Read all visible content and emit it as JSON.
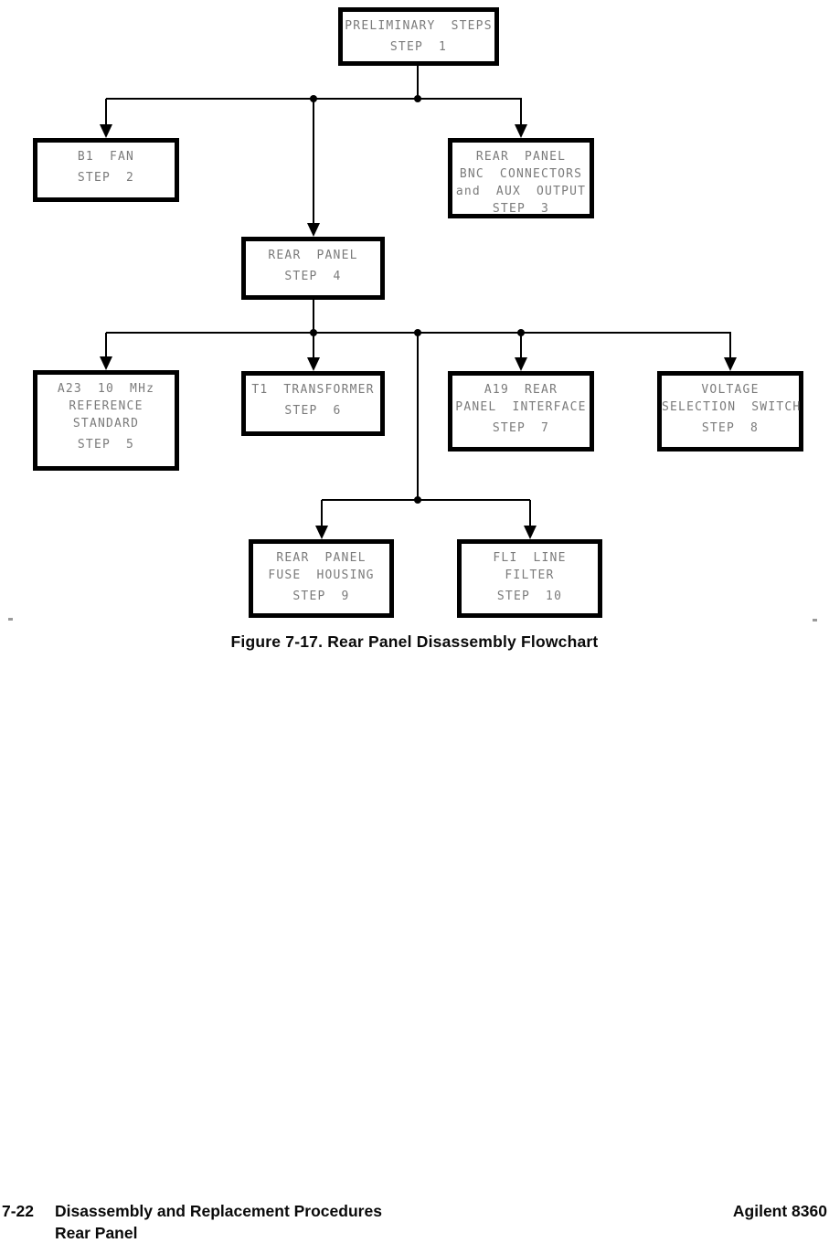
{
  "figure": {
    "caption": "Figure 7-17. Rear Panel Disassembly Flowchart"
  },
  "flowchart": {
    "boxes": [
      {
        "id": "step-1",
        "lines": [
          "PRELIMINARY STEPS",
          "",
          "STEP 1"
        ]
      },
      {
        "id": "step-2",
        "lines": [
          "B1 FAN",
          "",
          "STEP 2"
        ]
      },
      {
        "id": "step-3",
        "lines": [
          "REAR PANEL",
          "BNC CONNECTORS",
          "and AUX OUTPUT",
          "STEP 3"
        ]
      },
      {
        "id": "step-4",
        "lines": [
          "REAR PANEL",
          "",
          "STEP 4"
        ]
      },
      {
        "id": "step-5",
        "lines": [
          "A23 10 MHz",
          "REFERENCE",
          "STANDARD",
          "",
          "STEP 5"
        ]
      },
      {
        "id": "step-6",
        "lines": [
          "T1 TRANSFORMER",
          "",
          "STEP 6"
        ]
      },
      {
        "id": "step-7",
        "lines": [
          "A19 REAR",
          "PANEL INTERFACE",
          "",
          "STEP 7"
        ]
      },
      {
        "id": "step-8",
        "lines": [
          "VOLTAGE",
          "SELECTION SWITCH",
          "",
          "STEP 8"
        ]
      },
      {
        "id": "step-9",
        "lines": [
          "REAR PANEL",
          "FUSE HOUSING",
          "",
          "STEP 9"
        ]
      },
      {
        "id": "step-10",
        "lines": [
          "FLI LINE",
          "FILTER",
          "",
          "STEP 10"
        ]
      }
    ]
  },
  "footer": {
    "page_number": "7-22",
    "section_title": "Disassembly and Replacement Procedures",
    "subsection": "Rear Panel",
    "product": "Agilent 8360"
  },
  "colors": {
    "box_text": "#7b7b7b",
    "line": "#000000",
    "caption_text": "#0a0a0a",
    "background": "#ffffff"
  }
}
